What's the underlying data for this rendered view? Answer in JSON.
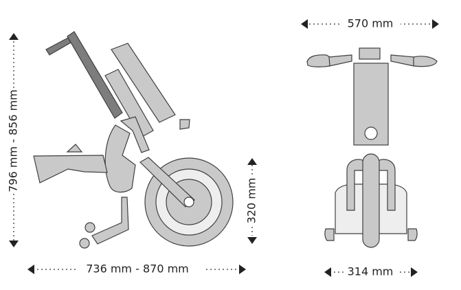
{
  "dimensions": {
    "height_range": "796 mm - 856 mm",
    "length_range": "736 mm - 870 mm",
    "wheel_height": "320 mm",
    "handlebar_width": "570 mm",
    "base_width": "314 mm"
  },
  "colors": {
    "part_fill": "#c9c9c9",
    "handle_dark": "#7d7d7d",
    "outline": "#3f3f3f",
    "dimension_line": "#222222"
  }
}
